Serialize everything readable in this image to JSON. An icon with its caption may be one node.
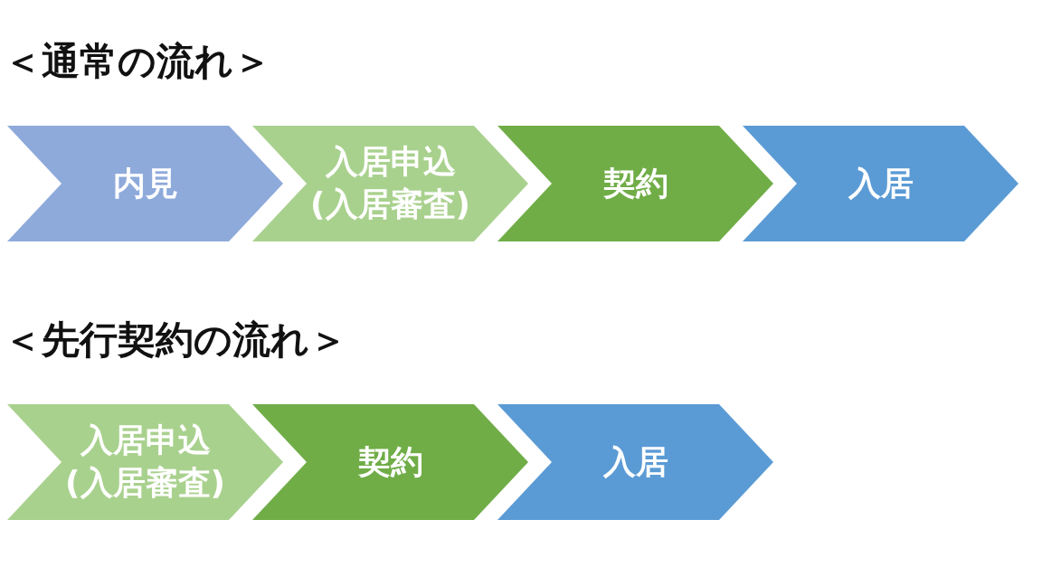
{
  "diagram": {
    "nodes": [
      {
        "text": [
          "内見"
        ]
      },
      {
        "text": [
          "入居申込(入居審査)"
        ]
      },
      {
        "text": [
          "契約"
        ]
      },
      {
        "text": [
          "入居"
        ]
      },
      {
        "text": [
          "入居申込(入居審査)"
        ]
      },
      {
        "text": [
          "契約"
        ]
      },
      {
        "text": [
          "入居"
        ]
      }
    ],
    "labels": [
      "＜通常の流れ＞",
      "＜先行契約の流れ＞"
    ]
  }
}
